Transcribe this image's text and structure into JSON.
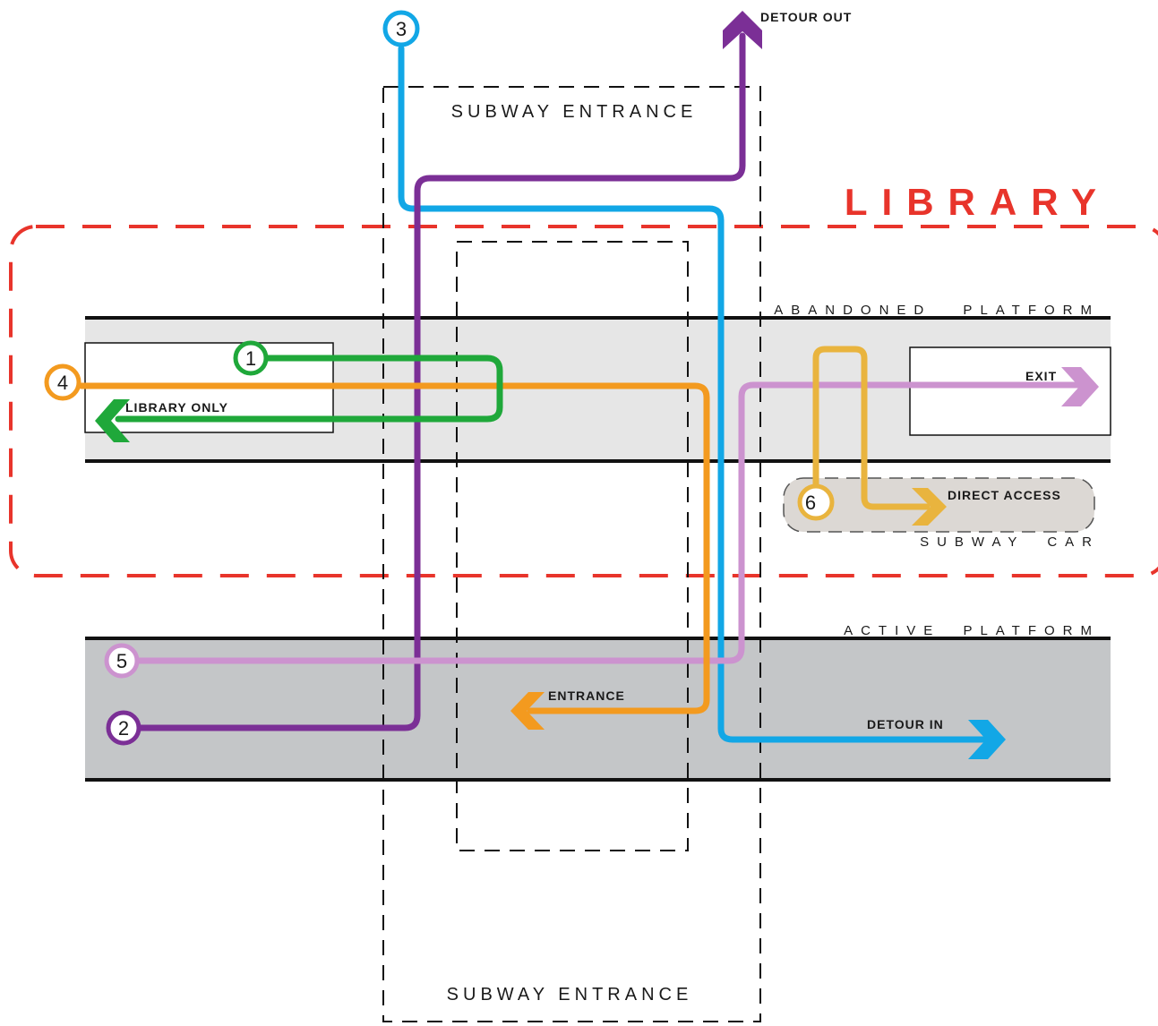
{
  "labels": {
    "library": "LIBRARY",
    "subway_entrance_top": "SUBWAY ENTRANCE",
    "subway_entrance_bottom": "SUBWAY ENTRANCE",
    "abandoned_platform": "ABANDONED PLATFORM",
    "active_platform": "ACTIVE PLATFORM",
    "subway_car": "SUBWAY CAR",
    "detour_out": "DETOUR OUT",
    "detour_in": "DETOUR IN",
    "library_only": "LIBRARY ONLY",
    "exit": "EXIT",
    "entrance": "ENTRANCE",
    "direct_access": "DIRECT ACCESS"
  },
  "routes": [
    {
      "id": "1",
      "color": "#1fa83a"
    },
    {
      "id": "2",
      "color": "#7b2f96"
    },
    {
      "id": "3",
      "color": "#12a7e6"
    },
    {
      "id": "4",
      "color": "#f39a1f"
    },
    {
      "id": "5",
      "color": "#cc93cf"
    },
    {
      "id": "6",
      "color": "#e9b43e"
    }
  ],
  "colors": {
    "library_boundary": "#e8342b",
    "abandoned_platform_fill": "#e6e6e6",
    "active_platform_fill": "#c4c6c8",
    "subway_car_fill": "#dcd8d4"
  }
}
